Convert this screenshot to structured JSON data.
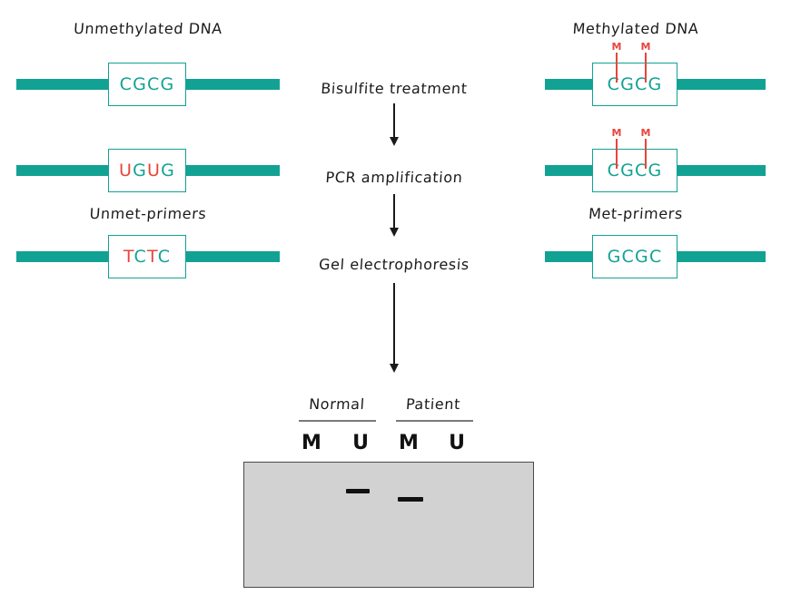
{
  "diagram": {
    "title_left": "Unmethylated DNA",
    "title_right": "Methylated DNA",
    "primer_label_left": "Unmet-primers",
    "primer_label_right": "Met-primers",
    "methyl_mark": "M"
  },
  "left_column": {
    "rows": [
      {
        "name": "unmethylated-genomic-dna",
        "sequence": "CGCG",
        "colors": [
          "teal",
          "teal",
          "teal",
          "teal"
        ]
      },
      {
        "name": "unmethylated-after-bisulfite",
        "sequence": "UGUG",
        "colors": [
          "red",
          "teal",
          "red",
          "teal"
        ]
      },
      {
        "name": "unmet-primer",
        "sequence": "TCTC",
        "colors": [
          "red",
          "teal",
          "red",
          "teal"
        ]
      }
    ]
  },
  "right_column": {
    "rows": [
      {
        "name": "methylated-genomic-dna",
        "sequence": "CGCG",
        "colors": [
          "teal",
          "teal",
          "teal",
          "teal"
        ],
        "methyl_count": 2
      },
      {
        "name": "methylated-after-bisulfite",
        "sequence": "CGCG",
        "colors": [
          "teal",
          "teal",
          "teal",
          "teal"
        ],
        "methyl_count": 2
      },
      {
        "name": "met-primer",
        "sequence": "GCGC",
        "colors": [
          "teal",
          "teal",
          "teal",
          "teal"
        ],
        "methyl_count": 0
      }
    ]
  },
  "workflow": {
    "steps": [
      "Bisulfite treatment",
      "PCR amplification",
      "Gel electrophoresis"
    ]
  },
  "gel": {
    "groups": [
      {
        "label": "Normal",
        "lanes": [
          "M",
          "U"
        ]
      },
      {
        "label": "Patient",
        "lanes": [
          "M",
          "U"
        ]
      }
    ],
    "bands": [
      {
        "group": "Normal",
        "lane": "U",
        "present": true
      },
      {
        "group": "Patient",
        "lane": "M",
        "present": true
      }
    ]
  },
  "colors": {
    "teal": "#12a294",
    "red": "#e8453c",
    "ink": "#1a1a1a",
    "gel_fill": "#d2d2d2",
    "gel_border": "#4a4a4a"
  }
}
